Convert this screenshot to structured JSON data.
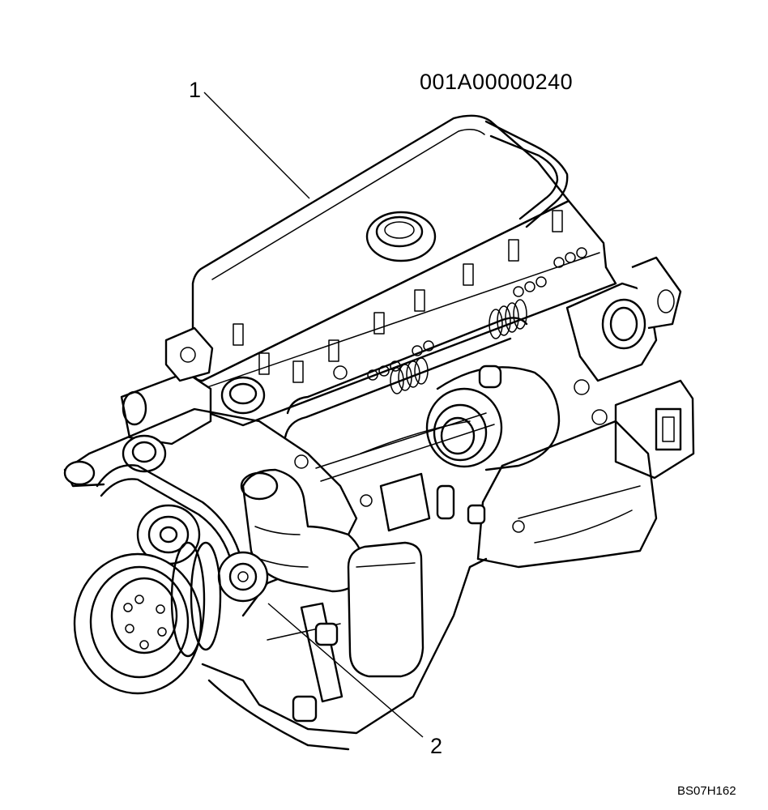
{
  "diagram": {
    "part_number": "001A00000240",
    "drawing_code": "BS07H162",
    "callouts": [
      {
        "number": "1"
      },
      {
        "number": "2"
      }
    ]
  },
  "icons": {
    "engine": "engine-assembly-illustration"
  }
}
